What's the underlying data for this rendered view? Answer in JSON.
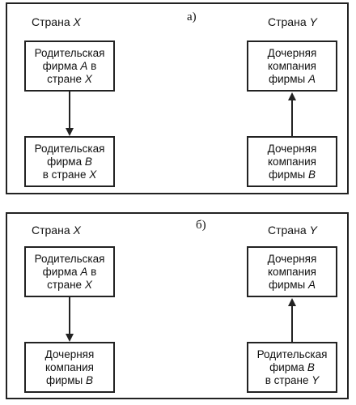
{
  "panel_a": {
    "label": "а)",
    "country_left": "Страна X",
    "country_right": "Страна Y",
    "box_top_left": [
      "Родительская",
      "фирма A в",
      "стране X"
    ],
    "box_bottom_left": [
      "Родительская",
      "фирма B",
      "в стране X"
    ],
    "box_top_right": [
      "Дочерняя",
      "компания",
      "фирмы A"
    ],
    "box_bottom_right": [
      "Дочерняя",
      "компания",
      "фирмы B"
    ]
  },
  "panel_b": {
    "label": "б)",
    "country_left": "Страна X",
    "country_right": "Страна Y",
    "box_top_left": [
      "Родительская",
      "фирма A в",
      "стране X"
    ],
    "box_bottom_left": [
      "Дочерняя",
      "компания",
      "фирмы B"
    ],
    "box_top_right": [
      "Дочерняя",
      "компания",
      "фирмы A"
    ],
    "box_bottom_right": [
      "Родительская",
      "фирма B",
      "в стране Y"
    ]
  }
}
